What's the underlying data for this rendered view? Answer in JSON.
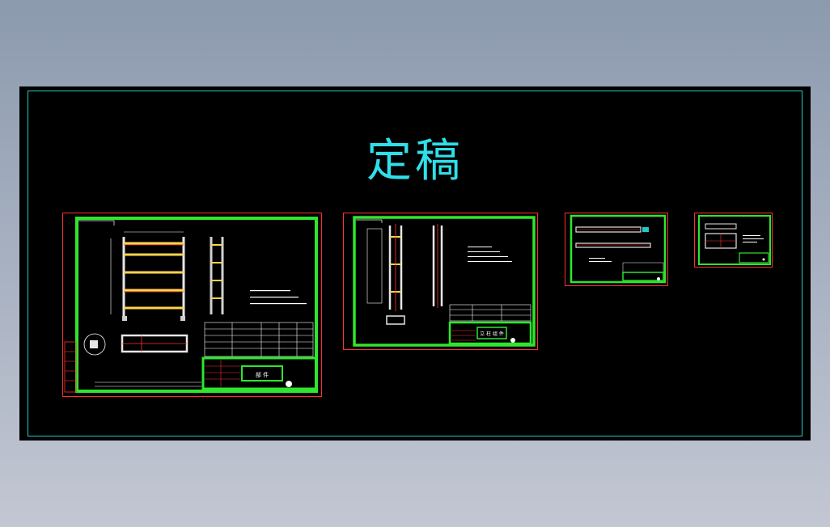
{
  "drawing": {
    "title": "定稿",
    "colors": {
      "background": "#000000",
      "frame": "#22c7c7",
      "border_outer": "#ff3030",
      "border_inner": "#2ee62e",
      "part": "#e6e6e6",
      "accent": "#ffd34d",
      "text": "#ffffff"
    }
  },
  "sheets": [
    {
      "name": "sheet-1-assembly",
      "title_block_text": "部 件"
    },
    {
      "name": "sheet-2-side-view",
      "title_block_text": "立 柱 组 件"
    },
    {
      "name": "sheet-3-beam",
      "title_block_text": ""
    },
    {
      "name": "sheet-4-plate",
      "title_block_text": ""
    }
  ]
}
